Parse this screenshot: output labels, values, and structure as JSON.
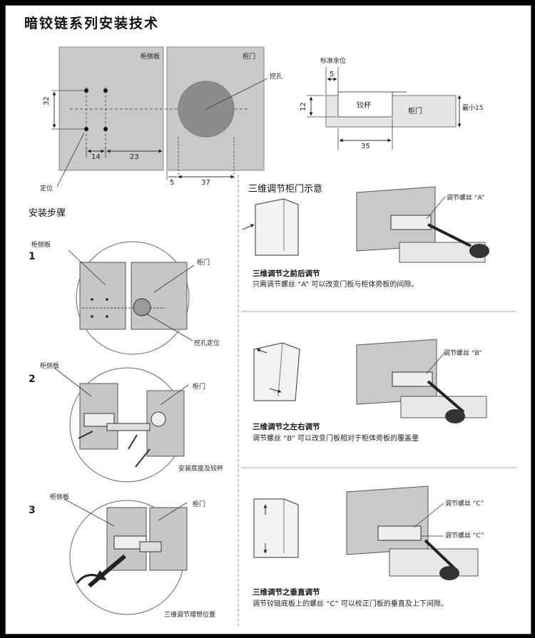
{
  "title": "暗铰链系列安装技术",
  "top_diagram": {
    "panel_label": "柜侧板",
    "door_label": "柜门",
    "hole_label": "挖孔",
    "locate_label": "定位",
    "dim_32": "32",
    "dim_14": "14",
    "dim_23": "23",
    "dim_5": "5",
    "dim_37": "37"
  },
  "section_diagram": {
    "margin_label": "标准余位",
    "cup_label": "铰杯",
    "door_label": "柜门",
    "min_label": "最小15",
    "dim_5": "5",
    "dim_12": "12",
    "dim_35": "35"
  },
  "steps": {
    "heading": "安装步骤",
    "step1": {
      "number": "1",
      "panel_label": "柜侧板",
      "door_label": "柜门",
      "caption": "挖孔定位"
    },
    "step2": {
      "number": "2",
      "panel_label": "柜侧板",
      "door_label": "柜门",
      "caption": "安装底座及铰杯"
    },
    "step3": {
      "number": "3",
      "panel_label": "柜侧板",
      "door_label": "柜门",
      "caption": "三维调节理想位置"
    }
  },
  "adjust": {
    "heading": "三维调节柜门示意",
    "a": {
      "screw_label": "调节螺丝 “A”",
      "caption": "三维调节之前后调节",
      "desc": "只需调节螺丝 “A” 可以改变门板与柜体旁板的间隙。"
    },
    "b": {
      "screw_label": "调节螺丝 “B”",
      "caption": "三维调节之左右调节",
      "desc": "调节螺丝 “B” 可以改变门板相对于柜体旁板的覆盖量"
    },
    "c": {
      "screw_label_1": "调节螺丝 “C”",
      "screw_label_2": "调节螺丝 “C”",
      "caption": "三维调节之垂直调节",
      "desc": "调节铰链底板上的螺丝 “C” 可以校正门板的垂直及上下间隙。"
    }
  }
}
